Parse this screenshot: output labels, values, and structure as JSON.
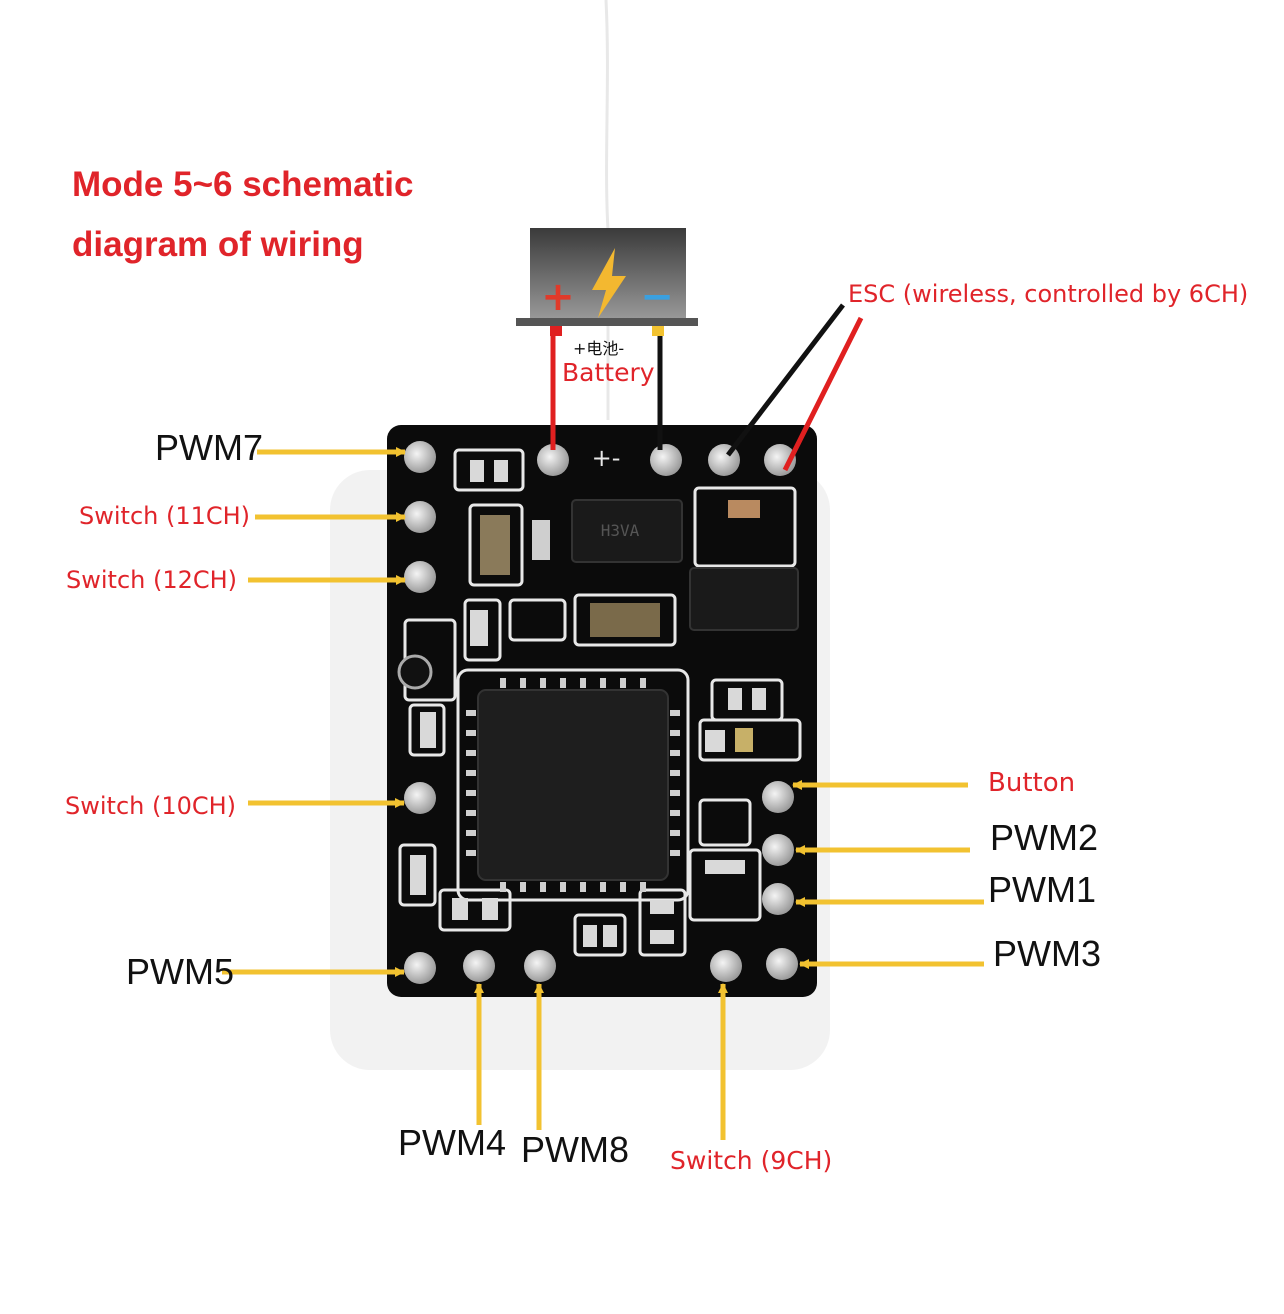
{
  "title": {
    "line1": "Mode 5~6 schematic",
    "line2": "diagram of wiring"
  },
  "battery": {
    "plus_symbol": "+",
    "minus_symbol": "−",
    "chinese_label": "+电池-",
    "label": "Battery"
  },
  "esc_label": "ESC (wireless, controlled by 6CH)",
  "pins_left": {
    "pwm7": "PWM7",
    "switch_11ch": "Switch (11CH)",
    "switch_12ch": "Switch (12CH)",
    "switch_10ch": "Switch (10CH)",
    "pwm5": "PWM5"
  },
  "pins_right": {
    "button": "Button",
    "pwm2": "PWM2",
    "pwm1": "PWM1",
    "pwm3": "PWM3"
  },
  "pins_bottom": {
    "pwm4": "PWM4",
    "pwm8": "PWM8",
    "switch_9ch": "Switch (9CH)"
  },
  "chip_markings": {
    "regulator": "H3VA"
  },
  "colors": {
    "label_red": "#e0242a",
    "arrow_yellow": "#f2c230",
    "board_black": "#0b0b0b",
    "wire_red": "#e02020",
    "wire_black": "#111111"
  }
}
